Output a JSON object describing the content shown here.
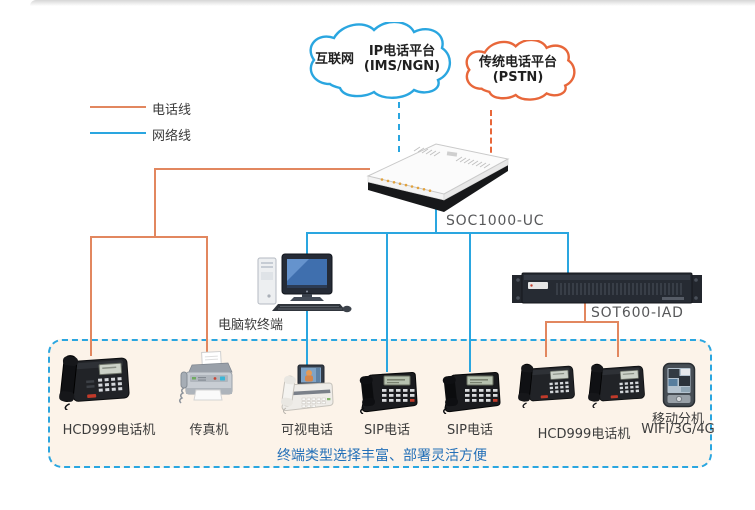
{
  "colors": {
    "phone_line": "#e2875f",
    "network_line": "#2aa6e0",
    "pstn_cloud_outline": "#e8673a",
    "terminal_box_border": "#2aa6e0",
    "terminal_box_background": "#fcf3e9",
    "caption_text": "#2470b8"
  },
  "legend": {
    "items": [
      {
        "label": "电话线"
      },
      {
        "label": "网络线"
      }
    ]
  },
  "clouds": {
    "internet_label": "互联网",
    "ip_platform_line1": "IP电话平台",
    "ip_platform_line2": "(IMS/NGN)",
    "pstn_line1": "传统电话平台",
    "pstn_line2": "(PSTN)"
  },
  "devices": {
    "gateway_label": "SOC1000-UC",
    "iad_label": "SOT600-IAD",
    "pc_label": "电脑软终端"
  },
  "terminals": [
    {
      "label": "HCD999电话机"
    },
    {
      "label": "传真机"
    },
    {
      "label": "可视电话"
    },
    {
      "label": "SIP电话"
    },
    {
      "label": "SIP电话"
    },
    {
      "label": "HCD999电话机"
    },
    {
      "label": "移动分机",
      "label2": "WIFI/3G/4G"
    }
  ],
  "caption": "终端类型选择丰富、部署灵活方便"
}
